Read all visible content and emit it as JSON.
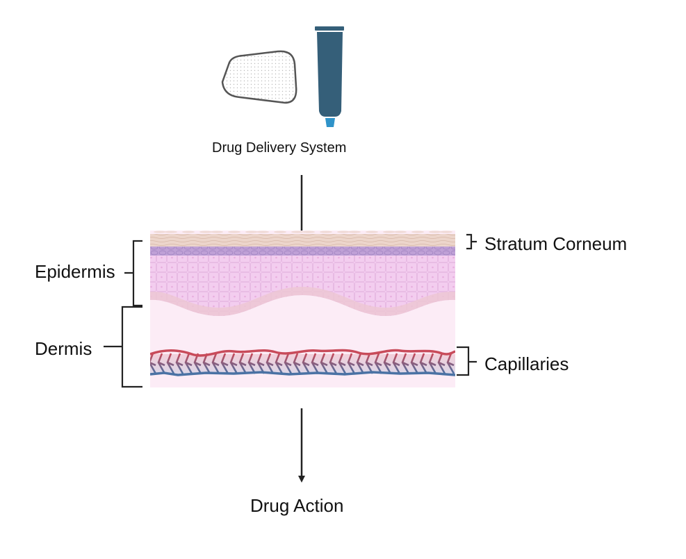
{
  "diagram": {
    "labels": {
      "delivery_system": "Drug Delivery System",
      "drug_action": "Drug Action",
      "stratum_corneum": "Stratum Corneum",
      "epidermis": "Epidermis",
      "dermis": "Dermis",
      "capillaries": "Capillaries"
    },
    "colors": {
      "tube_body": "#355f79",
      "tube_tip": "#2f93c9",
      "patch_fill": "#e4e4e4",
      "patch_stroke": "#555555",
      "stratum": "#ecd5cb",
      "granular": "#bfa0d6",
      "epidermis": "#f3cdef",
      "basal": "#ecc7d4",
      "dermis": "#fcecf6",
      "artery": "#c84b5a",
      "vein": "#4a72a4",
      "arrow": "#222222"
    },
    "icons": [
      "patch-icon",
      "ointment-tube-icon"
    ]
  }
}
